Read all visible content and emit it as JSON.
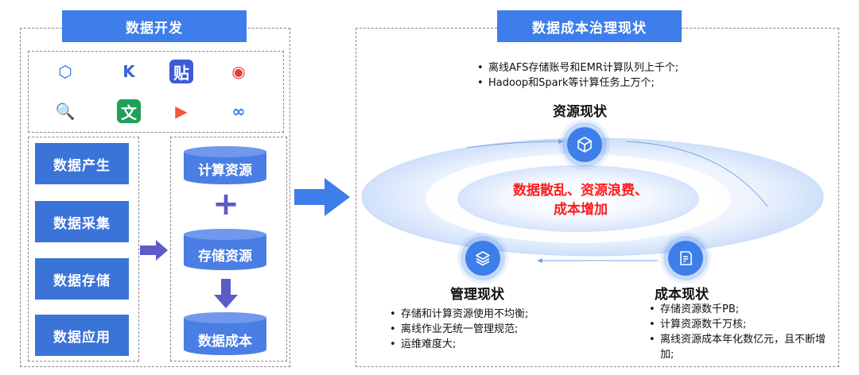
{
  "left": {
    "title": "数据开发",
    "stages": [
      "数据产生",
      "数据采集",
      "数据存储",
      "数据应用"
    ],
    "apps": [
      {
        "icon": "hexagon-logo-icon",
        "glyph": "⬡",
        "bg": "#ffffff",
        "fg": "#1f6fe0"
      },
      {
        "icon": "k-logo-icon",
        "glyph": "K",
        "bg": "#ffffff",
        "fg": "#3a63d8"
      },
      {
        "icon": "tieba-logo-icon",
        "glyph": "贴",
        "bg": "#3d5bd9",
        "fg": "#ffffff"
      },
      {
        "icon": "map-pin-icon",
        "glyph": "◉",
        "bg": "#ffffff",
        "fg": "#e23c3c"
      },
      {
        "icon": "magnifier-icon",
        "glyph": "🔍",
        "bg": "#ffffff",
        "fg": "#2a6fd8"
      },
      {
        "icon": "wenku-logo-icon",
        "glyph": "文",
        "bg": "#20a05a",
        "fg": "#ffffff"
      },
      {
        "icon": "play-logo-icon",
        "glyph": "▶",
        "bg": "#ffffff",
        "fg": "#f0583a"
      },
      {
        "icon": "cloud-logo-icon",
        "glyph": "∞",
        "bg": "#ffffff",
        "fg": "#2f7de8"
      }
    ],
    "resources": {
      "compute": "计算资源",
      "plus": "+",
      "storage": "存储资源",
      "cost": "数据成本"
    }
  },
  "right": {
    "title": "数据成本治理现状",
    "resource": {
      "label": "资源现状",
      "bullets": [
        "离线AFS存储账号和EMR计算队列上千个;",
        "Hadoop和Spark等计算任务上万个;"
      ]
    },
    "center_text": [
      "数据散乱、资源浪费、",
      "成本增加"
    ],
    "management": {
      "label": "管理现状",
      "bullets": [
        "存储和计算资源使用不均衡;",
        "离线作业无统一管理规范;",
        "运维难度大;"
      ]
    },
    "cost": {
      "label": "成本现状",
      "bullets": [
        "存储资源数千PB;",
        "计算资源数千万核;",
        "离线资源成本年化数亿元，且不断增加;"
      ]
    },
    "colors": {
      "accent": "#3d7eea",
      "alert": "#ff1a1a"
    }
  }
}
